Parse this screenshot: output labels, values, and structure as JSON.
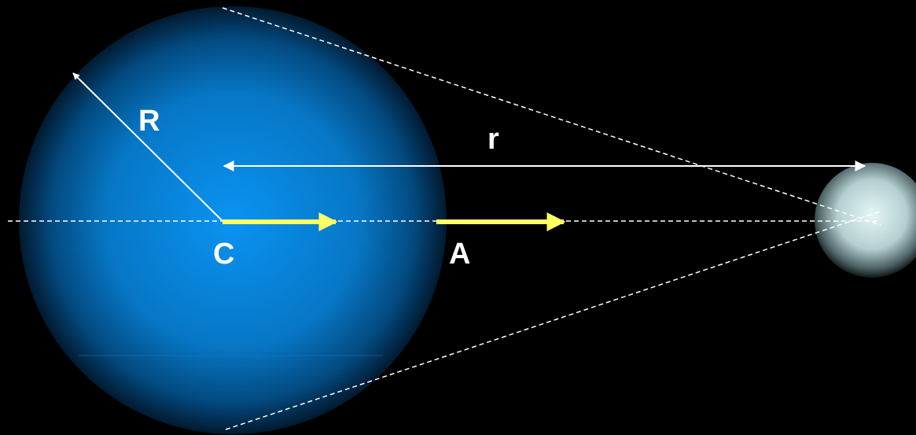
{
  "labels": {
    "radius": "R",
    "distance": "r",
    "center": "C",
    "point": "A"
  },
  "colors": {
    "background": "#000000",
    "planet_center": "#0a93f2",
    "planet_edge": "#001a33",
    "moon_center": "#e6f6f6",
    "moon_edge": "#1a2326",
    "lines": "#ffffff",
    "acceleration_arrows": "#ffff66"
  },
  "icons": {
    "planet": "large-sphere",
    "moon": "small-sphere"
  }
}
